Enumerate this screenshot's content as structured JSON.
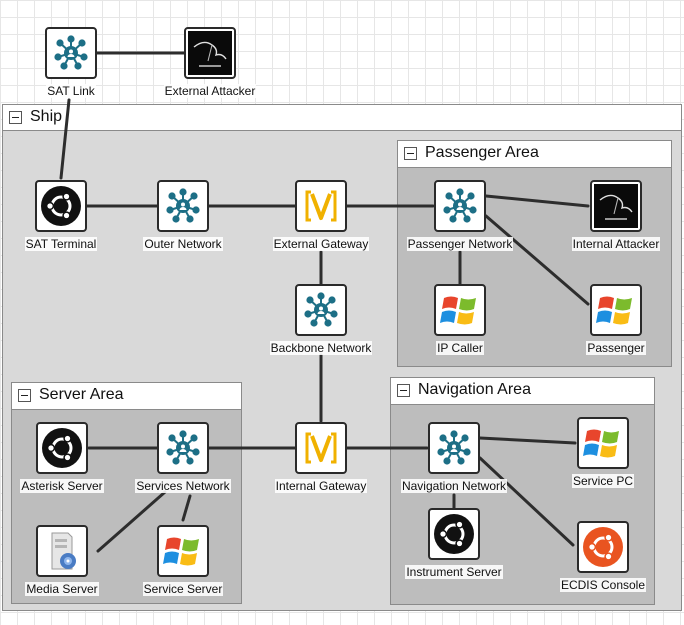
{
  "groups": {
    "ship": "Ship",
    "passenger_area": "Passenger Area",
    "server_area": "Server Area",
    "navigation_area": "Navigation Area"
  },
  "nodes": {
    "sat_link": {
      "label": "SAT Link",
      "icon": "network-hub-icon"
    },
    "external_attacker": {
      "label": "External Attacker",
      "icon": "kali-linux-icon"
    },
    "sat_terminal": {
      "label": "SAT Terminal",
      "icon": "ubuntu-icon"
    },
    "outer_network": {
      "label": "Outer Network",
      "icon": "network-hub-icon"
    },
    "external_gateway": {
      "label": "External Gateway",
      "icon": "gateway-v-icon"
    },
    "passenger_network": {
      "label": "Passenger Network",
      "icon": "network-hub-icon"
    },
    "internal_attacker": {
      "label": "Internal Attacker",
      "icon": "kali-linux-icon"
    },
    "backbone_network": {
      "label": "Backbone Network",
      "icon": "network-hub-icon"
    },
    "ip_caller": {
      "label": "IP Caller",
      "icon": "windows-icon"
    },
    "passenger": {
      "label": "Passenger",
      "icon": "windows-icon"
    },
    "asterisk_server": {
      "label": "Asterisk Server",
      "icon": "ubuntu-icon"
    },
    "services_network": {
      "label": "Services Network",
      "icon": "network-hub-icon"
    },
    "internal_gateway": {
      "label": "Internal Gateway",
      "icon": "gateway-v-icon"
    },
    "navigation_network": {
      "label": "Navigation Network",
      "icon": "network-hub-icon"
    },
    "service_pc": {
      "label": "Service PC",
      "icon": "windows-icon"
    },
    "media_server": {
      "label": "Media Server",
      "icon": "media-server-icon"
    },
    "service_server": {
      "label": "Service Server",
      "icon": "windows-icon"
    },
    "instrument_server": {
      "label": "Instrument Server",
      "icon": "ubuntu-icon"
    },
    "ecdis_console": {
      "label": "ECDIS Console",
      "icon": "ubuntu-orange-icon"
    }
  },
  "colors": {
    "ship_bg": "#d9d9d9",
    "area_bg": "#bdbdbd",
    "hub_teal": "#1d6f86",
    "gateway_yellow": "#f0b100",
    "ubuntu_orange": "#e95420"
  }
}
